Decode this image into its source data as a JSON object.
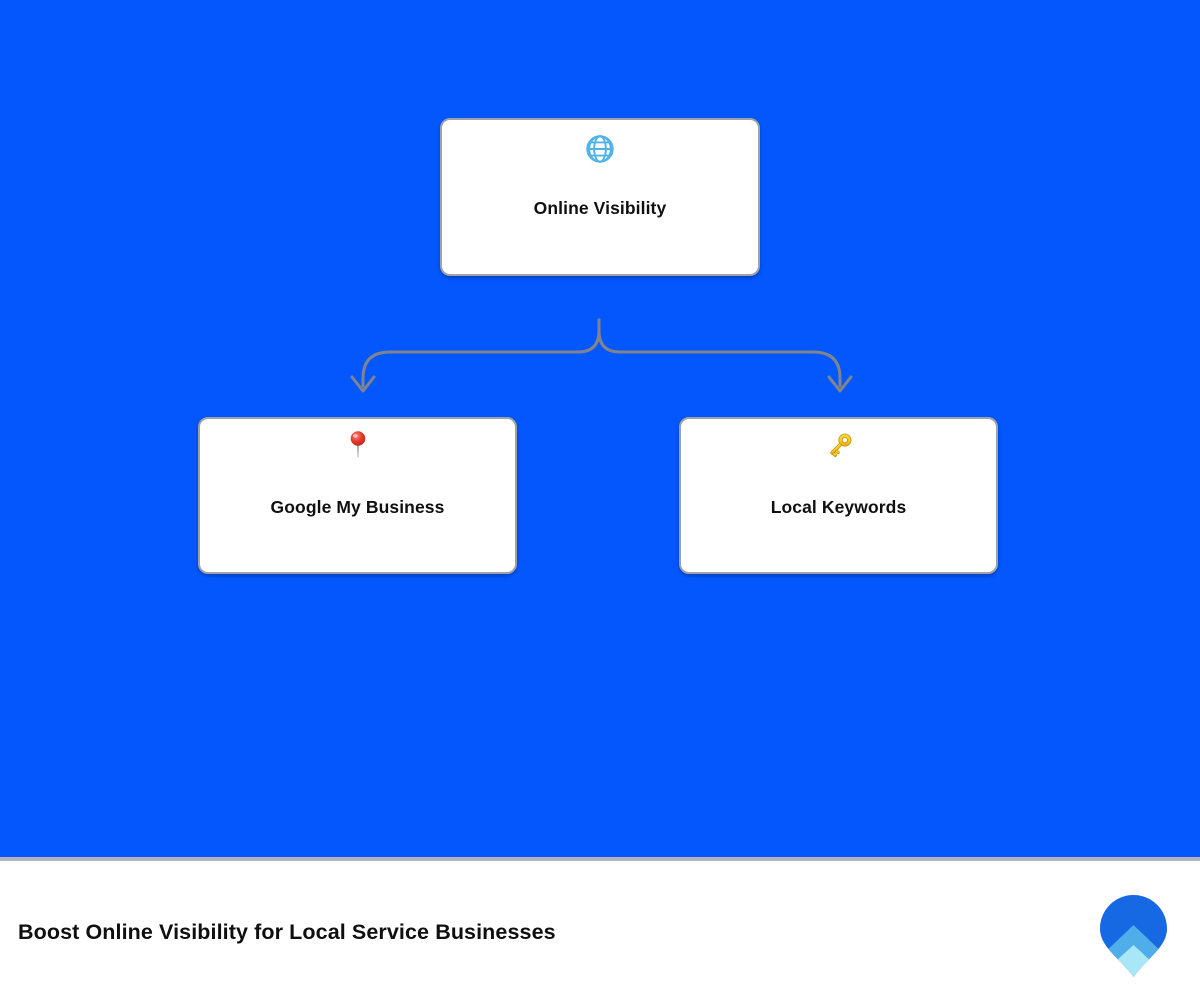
{
  "theme": {
    "canvas-blue": "#0457FC",
    "card-bg": "#FFFFFF",
    "card-border": "#9CA2A9",
    "connector-gray": "#80848D",
    "divider-gray": "#B1B5BB",
    "footer-bg": "#FFFFFF",
    "title-color": "#0F0F0F",
    "logo-dark-blue": "#1668E3",
    "logo-mid-blue": "#4FADE9",
    "logo-light-blue": "#A9E6F7",
    "globe-blue": "#4FB3E8",
    "pin-red": "#E23B2E",
    "key-gold": "#F5C81E"
  },
  "diagram": {
    "type": "mind-map",
    "nodes": [
      {
        "id": "online-visibility",
        "label": "Online Visibility",
        "icon": "globe-icon",
        "role": "root"
      },
      {
        "id": "google-my-business",
        "label": "Google My Business",
        "icon": "round-pushpin-icon",
        "role": "child"
      },
      {
        "id": "local-keywords",
        "label": "Local Keywords",
        "icon": "key-icon",
        "role": "child"
      }
    ],
    "edges": [
      {
        "from": "online-visibility",
        "to": "google-my-business"
      },
      {
        "from": "online-visibility",
        "to": "local-keywords"
      }
    ]
  },
  "footer": {
    "title": "Boost Online Visibility for Local Service Businesses",
    "logo": "brand-pin-logo"
  }
}
